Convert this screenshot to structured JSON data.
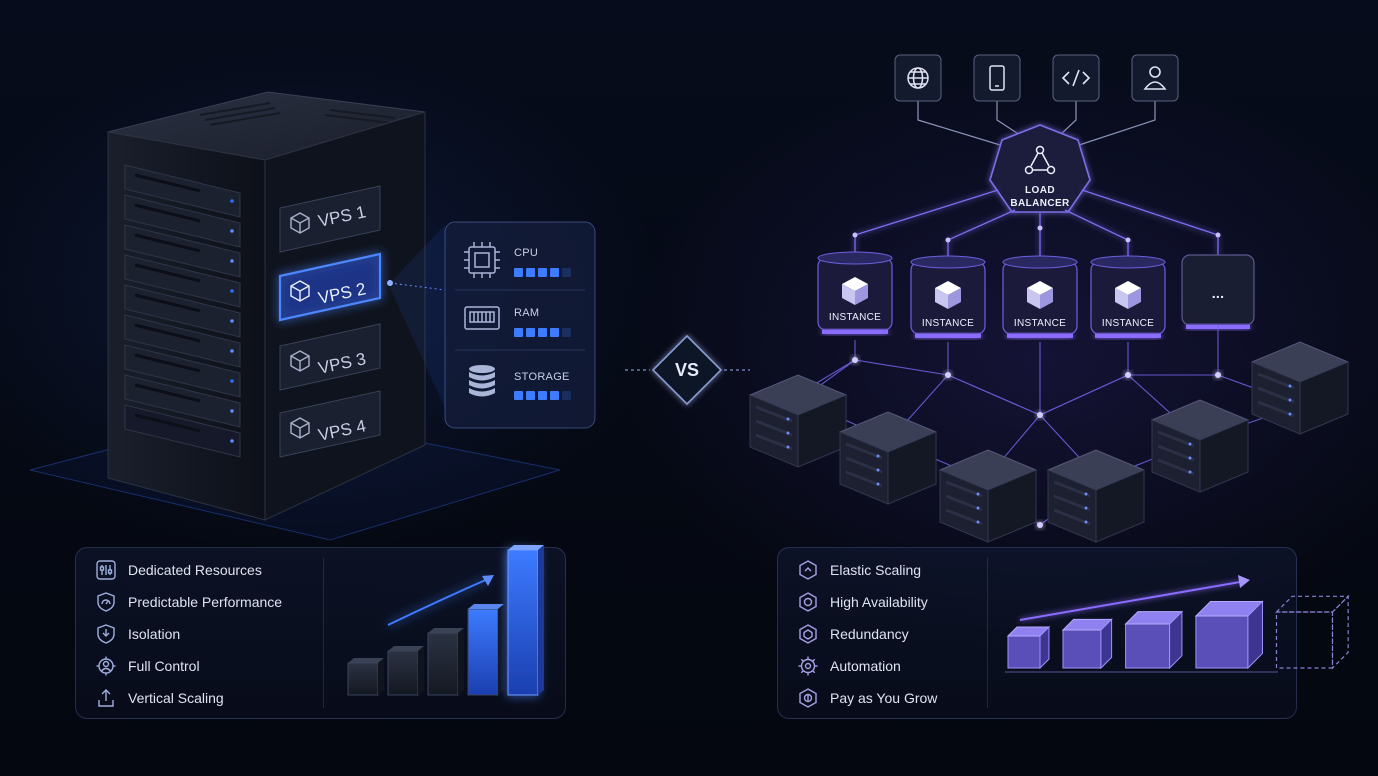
{
  "left": {
    "vps_slots": [
      "VPS 1",
      "VPS 2",
      "VPS 3",
      "VPS 4"
    ],
    "highlighted_slot": "VPS 2",
    "resources": [
      {
        "label": "CPU",
        "icon": "cpu-chip-icon",
        "level": 0.8
      },
      {
        "label": "RAM",
        "icon": "memory-module-icon",
        "level": 0.8
      },
      {
        "label": "STORAGE",
        "icon": "database-icon",
        "level": 0.8
      }
    ],
    "features": [
      {
        "label": "Dedicated Resources",
        "icon": "sliders-icon"
      },
      {
        "label": "Predictable Performance",
        "icon": "gauge-shield-icon"
      },
      {
        "label": "Isolation",
        "icon": "shield-icon"
      },
      {
        "label": "Full Control",
        "icon": "gear-person-icon"
      },
      {
        "label": "Vertical Scaling",
        "icon": "upload-arrow-icon"
      }
    ],
    "growth_bars": 5
  },
  "vs_label": "VS",
  "right": {
    "clients": [
      {
        "icon": "globe-icon"
      },
      {
        "icon": "mobile-phone-icon"
      },
      {
        "icon": "code-icon"
      },
      {
        "icon": "user-icon"
      }
    ],
    "load_balancer": {
      "line1": "LOAD",
      "line2": "BALANCER",
      "icon": "network-nodes-icon"
    },
    "instances": [
      "INSTANCE",
      "INSTANCE",
      "INSTANCE",
      "INSTANCE"
    ],
    "more_instances": "...",
    "features": [
      {
        "label": "Elastic Scaling",
        "icon": "elastic-scaling-icon"
      },
      {
        "label": "High Availability",
        "icon": "availability-shield-icon"
      },
      {
        "label": "Redundancy",
        "icon": "redundancy-icon"
      },
      {
        "label": "Automation",
        "icon": "automation-gear-icon"
      },
      {
        "label": "Pay as You Grow",
        "icon": "pay-growth-icon"
      }
    ],
    "growth_cubes": 5
  },
  "colors": {
    "left_accent": "#2f6bff",
    "right_accent": "#8a6cff",
    "background": "#050913"
  }
}
